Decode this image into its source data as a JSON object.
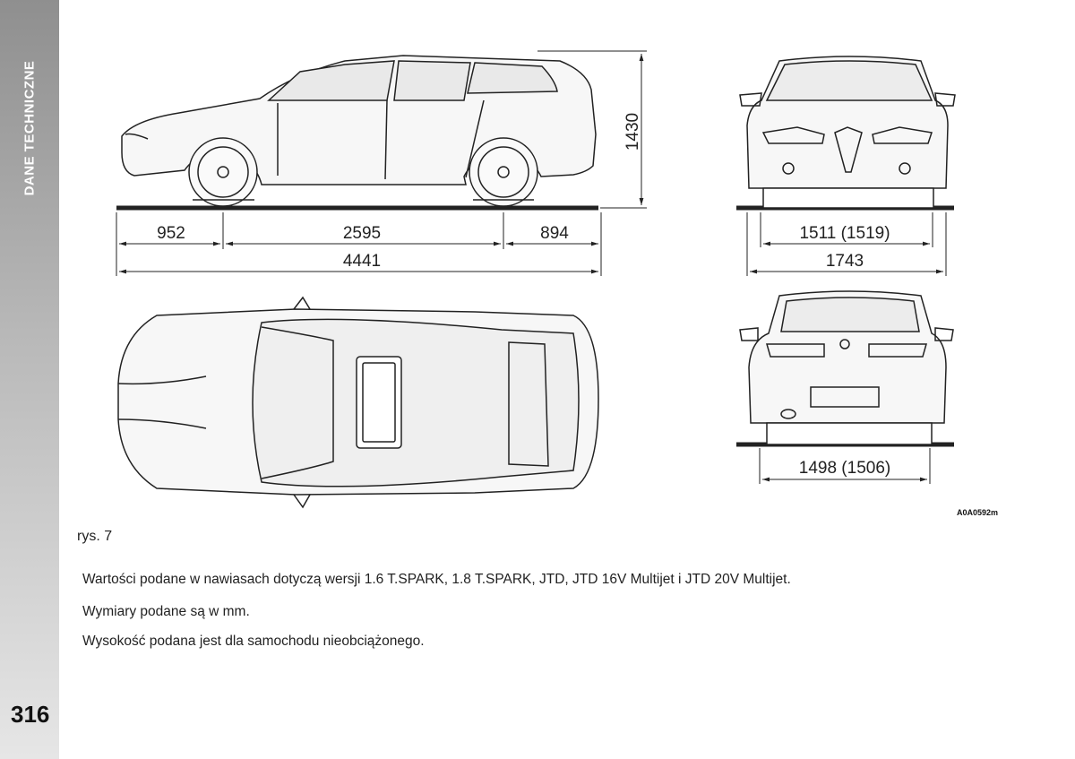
{
  "section_label": "DANE TECHNICZNE",
  "page_number": "316",
  "drawing_reference": "A0A0592m",
  "figure_caption": "rys. 7",
  "notes": [
    "Wartości podane w nawiasach dotyczą wersji  1.6 T.SPARK, 1.8 T.SPARK, JTD, JTD 16V Multijet  i JTD 20V Multijet.",
    "Wymiary podane są w mm.",
    "Wysokość podana jest dla samochodu nieobciążonego."
  ],
  "dimensions": {
    "height": "1430",
    "front_overhang": "952",
    "wheelbase": "2595",
    "rear_overhang": "894",
    "length": "4441",
    "front_track": "1511 (1519)",
    "width": "1743",
    "rear_track": "1498 (1506)"
  },
  "icons": {
    "side_view": "car-side-view-drawing",
    "front_view": "car-front-view-drawing",
    "top_view": "car-top-view-drawing",
    "rear_view": "car-rear-view-drawing"
  }
}
